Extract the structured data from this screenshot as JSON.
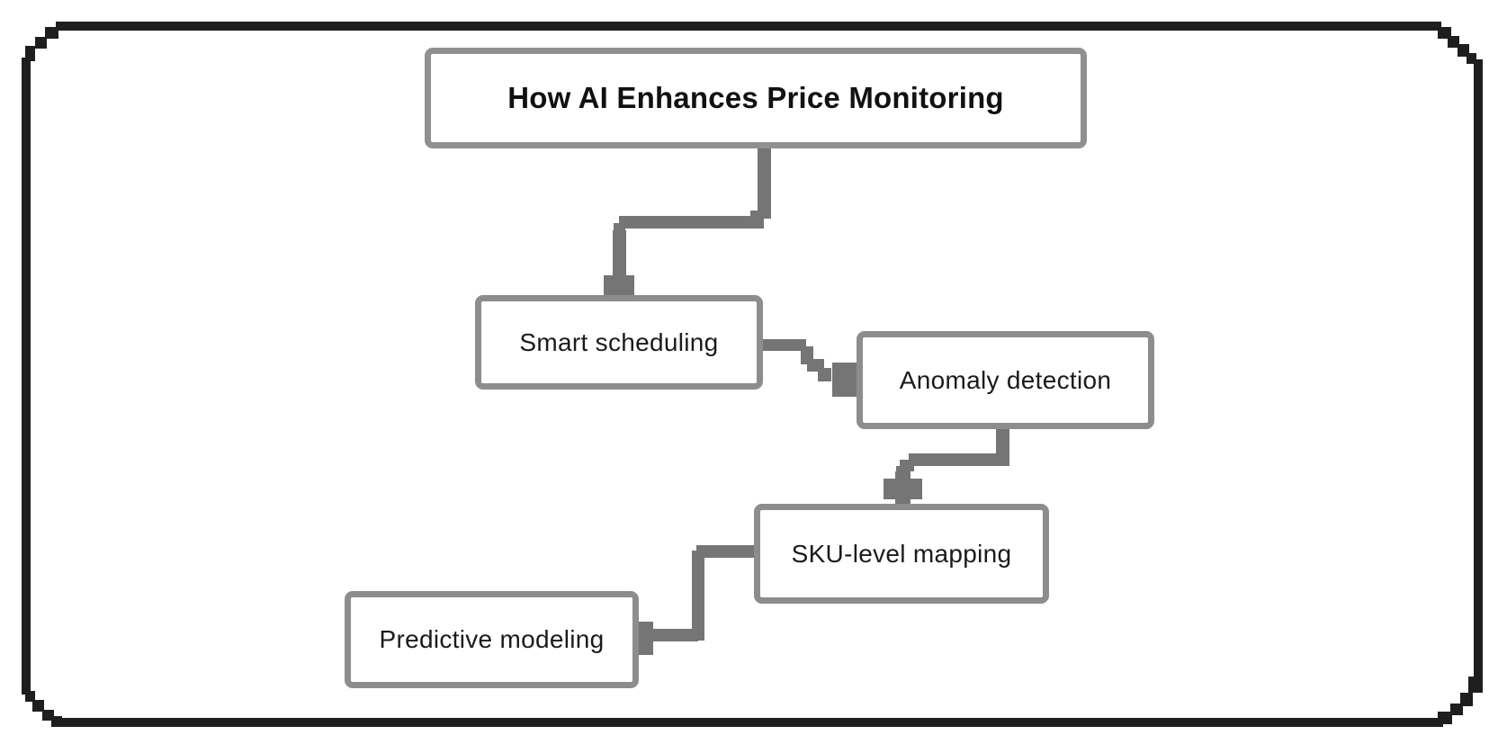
{
  "diagram": {
    "title": "How AI Enhances Price Monitoring",
    "nodes": [
      {
        "id": "smart-scheduling",
        "label": "Smart scheduling"
      },
      {
        "id": "anomaly-detection",
        "label": "Anomaly detection"
      },
      {
        "id": "sku-level-mapping",
        "label": "SKU-level mapping"
      },
      {
        "id": "predictive-modeling",
        "label": "Predictive modeling"
      }
    ],
    "edges": [
      {
        "from": "title",
        "to": "smart-scheduling"
      },
      {
        "from": "smart-scheduling",
        "to": "anomaly-detection"
      },
      {
        "from": "anomaly-detection",
        "to": "sku-level-mapping"
      },
      {
        "from": "sku-level-mapping",
        "to": "predictive-modeling"
      }
    ],
    "colors": {
      "background": "#ffffff",
      "frame": "#1e1e1e",
      "box_border": "#8d8d8d",
      "connector": "#757575",
      "text": "#1b1b1b"
    }
  }
}
